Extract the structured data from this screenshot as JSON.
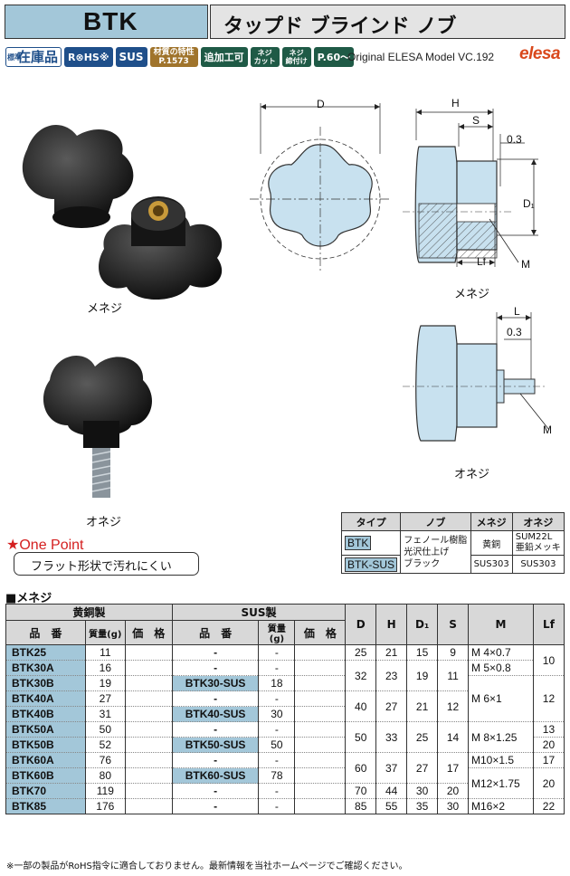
{
  "header": {
    "code": "BTK",
    "name": "タップド ブラインド ノブ",
    "original": "Original ELESA Model VC.192",
    "brand": "elesa"
  },
  "badges": {
    "standard_small": "標準",
    "standard_big": "在庫品",
    "rohs": "R⊗HS※",
    "sus": "SUS",
    "material_line1": "材質の特性",
    "material_line2": "P.1573",
    "additional": "追加工可",
    "thread_cut_1": "ネジ",
    "thread_cut_2": "カット",
    "thread_tight_1": "ネジ",
    "thread_tight_2": "締付け",
    "page": "P.60～"
  },
  "captions": {
    "female_photo": "メネジ",
    "male_photo": "オネジ",
    "female_drawing": "メネジ",
    "male_drawing": "オネジ"
  },
  "dims": {
    "d": "D",
    "h": "H",
    "s": "S",
    "d1": "D₁",
    "lf": "Lf",
    "m": "M",
    "l": "L",
    "gap_top": "0.3",
    "gap_bottom": "0.3"
  },
  "one_point": {
    "title": "★One Point",
    "text": "フラット形状で汚れにくい"
  },
  "type_table": {
    "headers": [
      "タイプ",
      "ノブ",
      "メネジ",
      "オネジ"
    ],
    "btk": "BTK",
    "btk_sus": "BTK-SUS",
    "knob_line1": "フェノール樹脂",
    "knob_line2": "光沢仕上げ",
    "knob_line3": "ブラック",
    "btk_female": "黄銅",
    "btk_male_1": "SUM22L",
    "btk_male_2": "亜鉛メッキ",
    "sus_female": "SUS303",
    "sus_male": "SUS303"
  },
  "section_title": "■メネジ",
  "main_table": {
    "group_brass": "黄銅製",
    "group_sus": "SUS製",
    "col_part": "品　番",
    "col_mass": "質量(g)",
    "col_price": "価　格",
    "col_d": "D",
    "col_h": "H",
    "col_d1": "D₁",
    "col_s": "S",
    "col_m": "M",
    "col_lf": "Lf",
    "rows": [
      {
        "part": "BTK25",
        "mass": "11",
        "sus": "-",
        "sus_mass": "-"
      },
      {
        "part": "BTK30A",
        "mass": "16",
        "sus": "-",
        "sus_mass": "-"
      },
      {
        "part": "BTK30B",
        "mass": "19",
        "sus": "BTK30-SUS",
        "sus_mass": "18"
      },
      {
        "part": "BTK40A",
        "mass": "27",
        "sus": "-",
        "sus_mass": "-"
      },
      {
        "part": "BTK40B",
        "mass": "31",
        "sus": "BTK40-SUS",
        "sus_mass": "30"
      },
      {
        "part": "BTK50A",
        "mass": "50",
        "sus": "-",
        "sus_mass": "-"
      },
      {
        "part": "BTK50B",
        "mass": "52",
        "sus": "BTK50-SUS",
        "sus_mass": "50"
      },
      {
        "part": "BTK60A",
        "mass": "76",
        "sus": "-",
        "sus_mass": "-"
      },
      {
        "part": "BTK60B",
        "mass": "80",
        "sus": "BTK60-SUS",
        "sus_mass": "78"
      },
      {
        "part": "BTK70",
        "mass": "119",
        "sus": "-",
        "sus_mass": "-"
      },
      {
        "part": "BTK85",
        "mass": "176",
        "sus": "-",
        "sus_mass": "-"
      }
    ],
    "dim_groups": [
      {
        "d": "25",
        "h": "21",
        "d1": "15",
        "s": "9"
      },
      {
        "d": "32",
        "h": "23",
        "d1": "19",
        "s": "11"
      },
      {
        "d": "40",
        "h": "27",
        "d1": "21",
        "s": "12"
      },
      {
        "d": "50",
        "h": "33",
        "d1": "25",
        "s": "14"
      },
      {
        "d": "60",
        "h": "37",
        "d1": "27",
        "s": "17"
      },
      {
        "d": "70",
        "h": "44",
        "d1": "30",
        "s": "20"
      },
      {
        "d": "85",
        "h": "55",
        "d1": "35",
        "s": "30"
      }
    ],
    "m": [
      "M 4×0.7",
      "M 5×0.8",
      "M 6×1",
      "M 8×1.25",
      "M10×1.5",
      "M12×1.75",
      "M16×2"
    ],
    "lf": [
      "10",
      "12",
      "13",
      "20",
      "17",
      "20",
      "22"
    ]
  },
  "footnote": "※一部の製品がRoHS指令に適合しておりません。最新情報を当社ホームページでご確認ください。"
}
